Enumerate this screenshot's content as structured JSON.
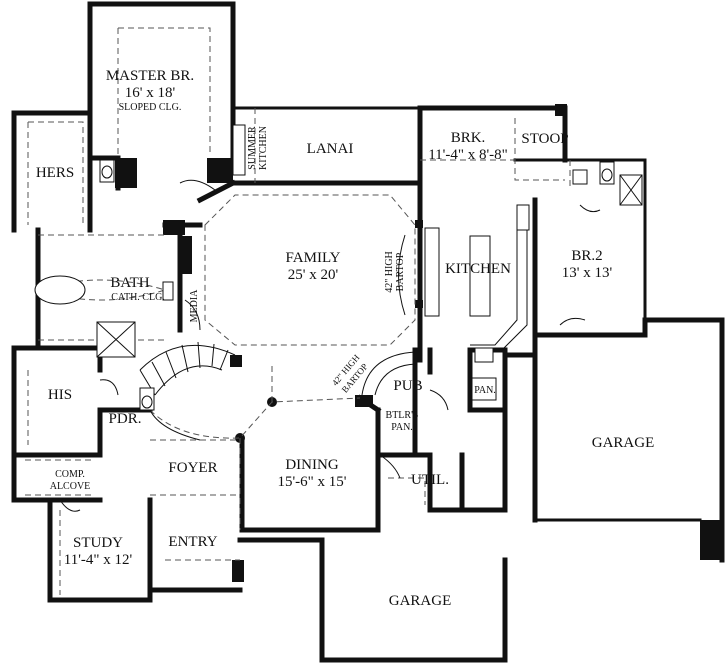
{
  "rooms": {
    "master": {
      "name": "MASTER BR.",
      "size": "16' x 18'",
      "note": "SLOPED CLG."
    },
    "hers": {
      "name": "HERS"
    },
    "summer_kitchen": {
      "line1": "SUMMER",
      "line2": "KITCHEN"
    },
    "lanai": {
      "name": "LANAI"
    },
    "brk": {
      "name": "BRK.",
      "size": "11'-4\" x 8'-8\""
    },
    "stoop": {
      "name": "STOOP"
    },
    "family": {
      "name": "FAMILY",
      "size": "25' x 20'"
    },
    "bartop1": {
      "line1": "42\" HIGH",
      "line2": "BARTOP"
    },
    "kitchen": {
      "name": "KITCHEN"
    },
    "br2": {
      "name": "BR.2",
      "size": "13' x 13'"
    },
    "bath": {
      "name": "BATH",
      "note": "CATH. CLG."
    },
    "media": {
      "name": "MEDIA"
    },
    "bartop2": {
      "line1": "42\" HIGH",
      "line2": "BARTOP"
    },
    "pub": {
      "name": "PUB"
    },
    "pan": {
      "name": "PAN."
    },
    "his": {
      "name": "HIS"
    },
    "pdr": {
      "name": "PDR."
    },
    "btlrs_pan": {
      "line1": "BTLR'S",
      "line2": "PAN."
    },
    "garage_right": {
      "name": "GARAGE"
    },
    "foyer": {
      "name": "FOYER"
    },
    "dining": {
      "name": "DINING",
      "size": "15'-6\" x 15'"
    },
    "util": {
      "name": "UTIL."
    },
    "comp_alcove": {
      "line1": "COMP.",
      "line2": "ALCOVE"
    },
    "study": {
      "name": "STUDY",
      "size": "11'-4\" x 12'"
    },
    "entry": {
      "name": "ENTRY"
    },
    "garage_bottom": {
      "name": "GARAGE"
    }
  }
}
